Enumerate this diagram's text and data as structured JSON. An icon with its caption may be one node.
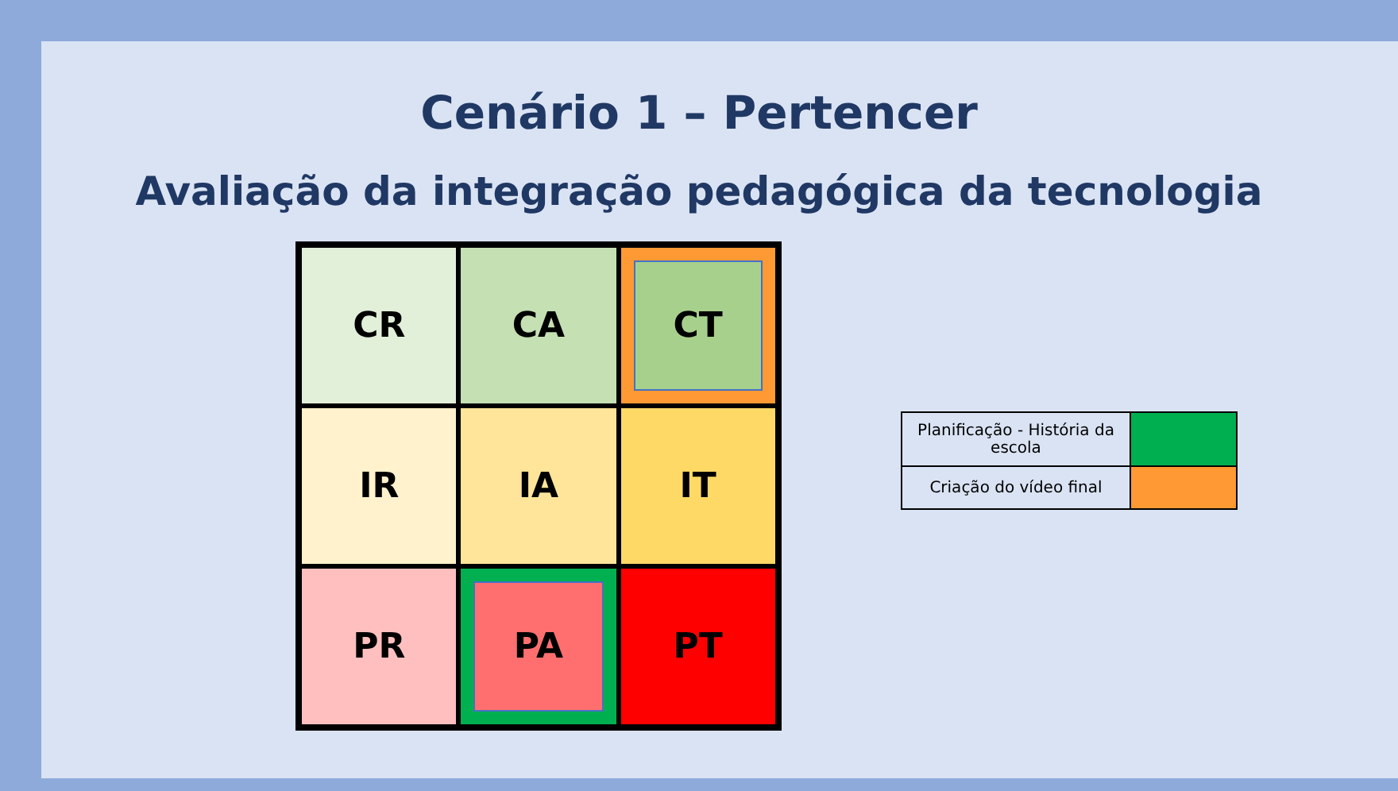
{
  "diagram": {
    "title": "Cenário 1 – Pertencer",
    "labels": [
      "Avaliação da integração pedagógica da tecnologia",
      "CR",
      "CA",
      "CT",
      "IR",
      "IA",
      "IT",
      "PR",
      "PA",
      "PT"
    ],
    "legend": [
      {
        "text": "Planificação  - História da escola",
        "color": "#00b050"
      },
      {
        "text": "Criação do vídeo final",
        "color": "#ff9933"
      }
    ]
  }
}
